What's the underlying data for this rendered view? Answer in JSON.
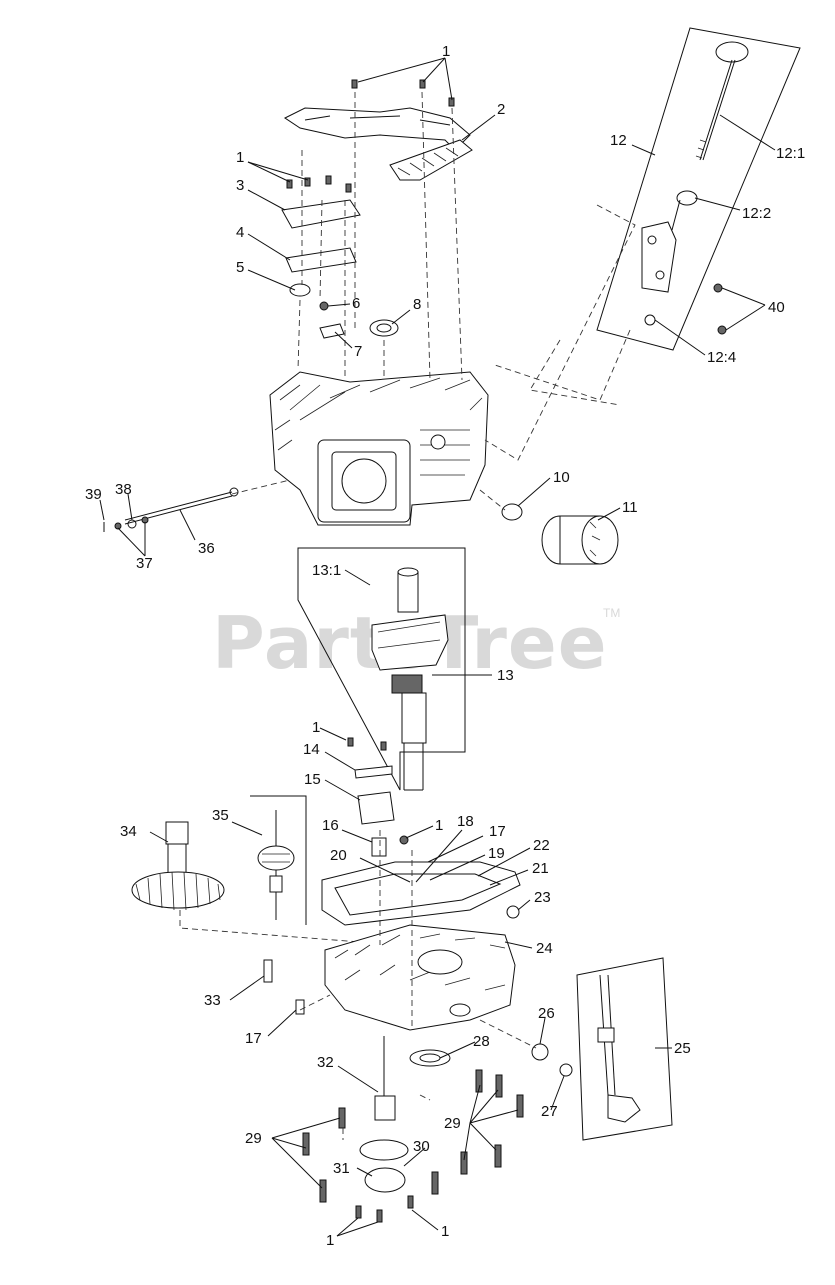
{
  "watermark": {
    "text": "PartsTree",
    "tm": "TM"
  },
  "callouts": {
    "c1_top": "1",
    "c2": "2",
    "c1_left": "1",
    "c3": "3",
    "c4": "4",
    "c5": "5",
    "c6": "6",
    "c7": "7",
    "c8": "8",
    "c12": "12",
    "c12_1": "12:1",
    "c12_2": "12:2",
    "c40": "40",
    "c12_4": "12:4",
    "c10": "10",
    "c11": "11",
    "c39": "39",
    "c38": "38",
    "c36": "36",
    "c37": "37",
    "c13_1": "13:1",
    "c13": "13",
    "c1_mid": "1",
    "c14": "14",
    "c15": "15",
    "c35": "35",
    "c34": "34",
    "c16": "16",
    "c1_b": "1",
    "c18": "18",
    "c17_top": "17",
    "c22": "22",
    "c20": "20",
    "c19": "19",
    "c21": "21",
    "c23": "23",
    "c24": "24",
    "c33": "33",
    "c17_bot": "17",
    "c25": "25",
    "c26": "26",
    "c28": "28",
    "c32": "32",
    "c27": "27",
    "c29_l": "29",
    "c29_r": "29",
    "c30": "30",
    "c31": "31",
    "c1_bl": "1",
    "c1_br": "1"
  }
}
